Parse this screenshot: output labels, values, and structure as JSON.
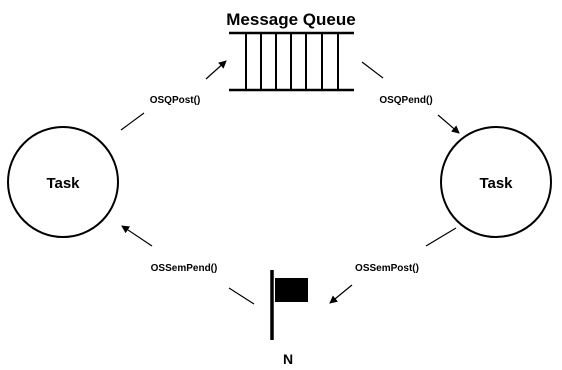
{
  "queue": {
    "title": "Message Queue"
  },
  "tasks": {
    "left": {
      "label": "Task"
    },
    "right": {
      "label": "Task"
    }
  },
  "calls": {
    "post": "OSQPost()",
    "pend": "OSQPend()",
    "sem_pend": "OSSemPend()",
    "sem_post": "OSSemPost()"
  },
  "semaphore": {
    "label": "N",
    "icon": "flag-icon"
  },
  "colors": {
    "ink": "#000000",
    "background": "#ffffff"
  }
}
